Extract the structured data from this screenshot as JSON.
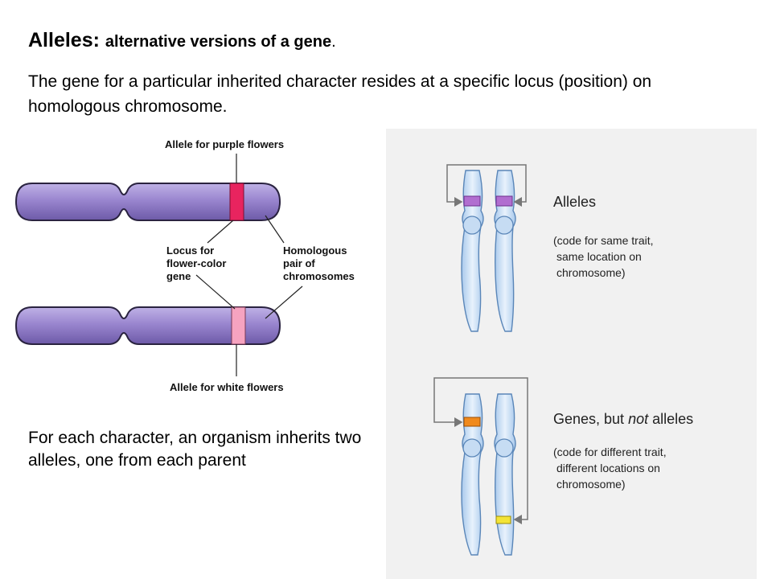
{
  "title": {
    "term": "Alleles:",
    "definition": "alternative versions of a gene",
    "period": "."
  },
  "intro": "The gene for a particular inherited character resides at a specific locus (position) on homologous chromosome.",
  "caption": "For each character, an organism inherits two alleles, one from each parent",
  "left_diagram": {
    "label_top": "Allele for purple flowers",
    "label_locus": [
      "Locus for",
      "flower-color",
      "gene"
    ],
    "label_homologous": [
      "Homologous",
      "pair of",
      "chromosomes"
    ],
    "label_bottom": "Allele for white flowers"
  },
  "right_diagram": {
    "top": {
      "heading": "Alleles",
      "note": [
        "(code for same trait,",
        "same location on",
        "chromosome)"
      ]
    },
    "bottom": {
      "heading_pre": "Genes, but ",
      "heading_em": "not",
      "heading_post": " alleles",
      "note": [
        "(code for different trait,",
        "different locations on",
        "chromosome)"
      ]
    }
  },
  "colors": {
    "chromosome_purple": "#9a86cf",
    "purple_allele": "#e8245f",
    "white_allele": "#f6a3c0",
    "right_panel_bg": "#f1f1f1",
    "blue_chromosome": "#cfe3f7"
  }
}
